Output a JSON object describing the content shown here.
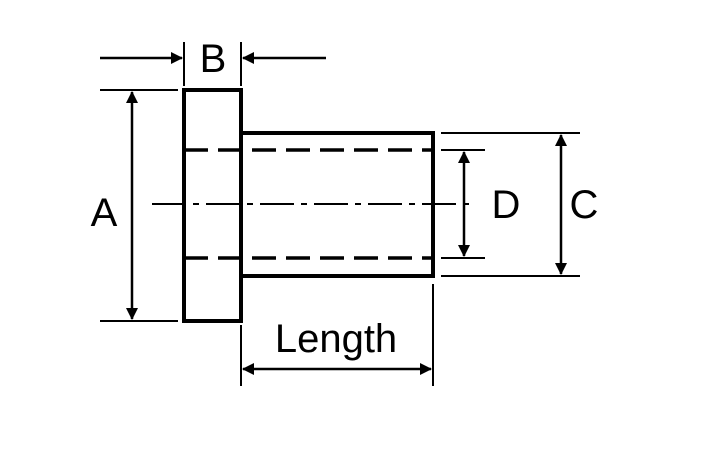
{
  "diagram": {
    "labels": {
      "a": "A",
      "b": "B",
      "c": "C",
      "d": "D",
      "length": "Length"
    },
    "colors": {
      "line": "#000000",
      "background": "#ffffff"
    }
  }
}
